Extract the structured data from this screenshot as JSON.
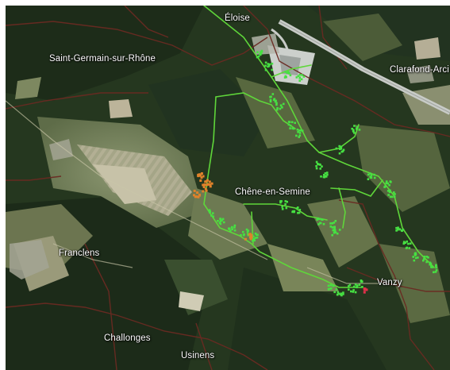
{
  "map": {
    "colors": {
      "forest_dark": "#1f2f1c",
      "forest": "#2e4427",
      "meadow": "#7e8a62",
      "field_light": "#b7b49c",
      "network_line": "#5fd63a",
      "network_node": "#46e042",
      "orange_cluster": "#e0822a",
      "red_cluster": "#e0304a",
      "boundary": "#6a2a22",
      "motorway": "#bfc3bf"
    },
    "places": [
      {
        "key": "eloise",
        "name": "Éloise"
      },
      {
        "key": "saint-germain",
        "name": "Saint-Germain-sur-Rhône"
      },
      {
        "key": "clarafond",
        "name": "Clarafond-Arci"
      },
      {
        "key": "chene",
        "name": "Chêne-en-Semine"
      },
      {
        "key": "franclens",
        "name": "Franclens"
      },
      {
        "key": "vanzy",
        "name": "Vanzy"
      },
      {
        "key": "challonges",
        "name": "Challonges"
      },
      {
        "key": "usinens",
        "name": "Usinens"
      }
    ]
  }
}
